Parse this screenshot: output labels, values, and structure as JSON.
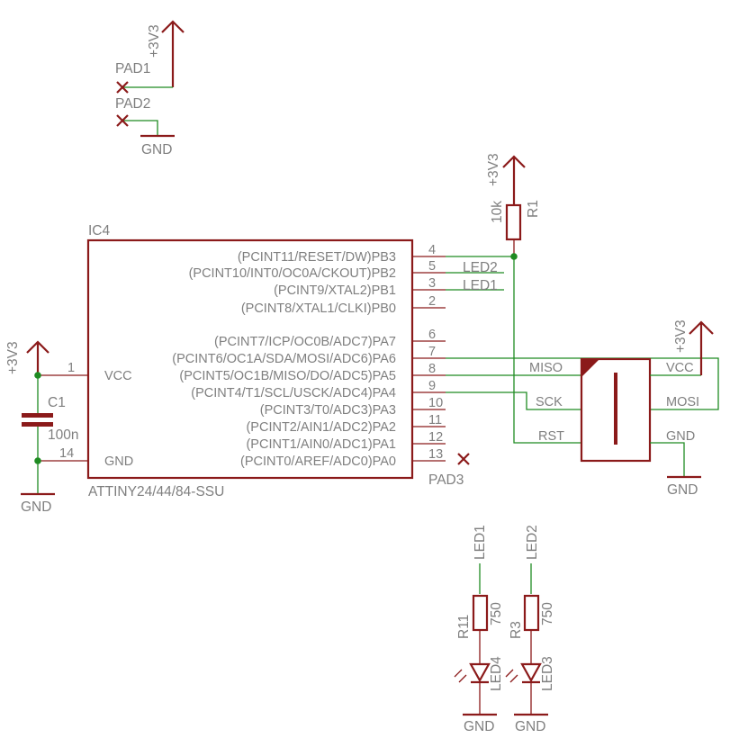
{
  "colors": {
    "wire": "#1f8b22",
    "symbol": "#8b1a1a",
    "text": "#7f7f7f",
    "background": "#ffffff"
  },
  "labels": {
    "supply": "+3V3",
    "ground": "GND",
    "pad1": "PAD1",
    "pad2": "PAD2",
    "pad3": "PAD3",
    "r1": "R1",
    "r1_value": "10k",
    "r11": "R11",
    "r3": "R3",
    "r_value": "750",
    "led1": "LED1",
    "led2": "LED2",
    "led3": "LED3",
    "led4": "LED4",
    "c1": "C1",
    "c1_value": "100n",
    "ic_name": "IC4",
    "ic_part": "ATTINY24/44/84-SSU"
  },
  "ic": {
    "left_pins": [
      {
        "num": "1",
        "name": "VCC"
      },
      {
        "num": "14",
        "name": "GND"
      }
    ],
    "right_pins": [
      {
        "num": "4",
        "name": "(PCINT11/RESET/DW)PB3"
      },
      {
        "num": "5",
        "name": "(PCINT10/INT0/OC0A/CKOUT)PB2"
      },
      {
        "num": "3",
        "name": "(PCINT9/XTAL2)PB1"
      },
      {
        "num": "2",
        "name": "(PCINT8/XTAL1/CLKI)PB0"
      },
      {
        "num": "6",
        "name": "(PCINT7/ICP/OC0B/ADC7)PA7"
      },
      {
        "num": "7",
        "name": "(PCINT6/OC1A/SDA/MOSI/ADC6)PA6"
      },
      {
        "num": "8",
        "name": "(PCINT5/OC1B/MISO/DO/ADC5)PA5"
      },
      {
        "num": "9",
        "name": "(PCINT4/T1/SCL/USCK/ADC4)PA4"
      },
      {
        "num": "10",
        "name": "(PCINT3/T0/ADC3)PA3"
      },
      {
        "num": "11",
        "name": "(PCINT2/AIN1/ADC2)PA2"
      },
      {
        "num": "12",
        "name": "(PCINT1/AIN0/ADC1)PA1"
      },
      {
        "num": "13",
        "name": "(PCINT0/AREF/ADC0)PA0"
      }
    ]
  },
  "header": {
    "left_pins": [
      "MISO",
      "SCK",
      "RST"
    ],
    "right_pins": [
      "VCC",
      "MOSI",
      "GND"
    ]
  }
}
